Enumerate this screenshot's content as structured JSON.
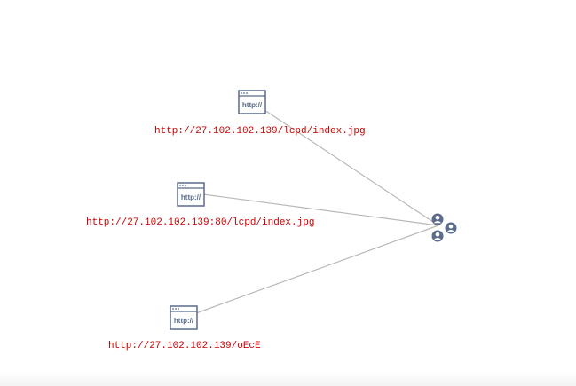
{
  "graph": {
    "link_color": "#b8b8b8",
    "label_color": "#cc0000",
    "icon_color": "#5a6b8c",
    "url_nodes": [
      {
        "icon": "browser-window-icon",
        "icon_text": "http://",
        "url": "http://27.102.102.139/lcpd/index.jpg"
      },
      {
        "icon": "browser-window-icon",
        "icon_text": "http://",
        "url": "http://27.102.102.139:80/lcpd/index.jpg"
      },
      {
        "icon": "browser-window-icon",
        "icon_text": "http://",
        "url": "http://27.102.102.139/oEcE"
      }
    ],
    "hub": {
      "icon": "user-group-icon"
    }
  }
}
